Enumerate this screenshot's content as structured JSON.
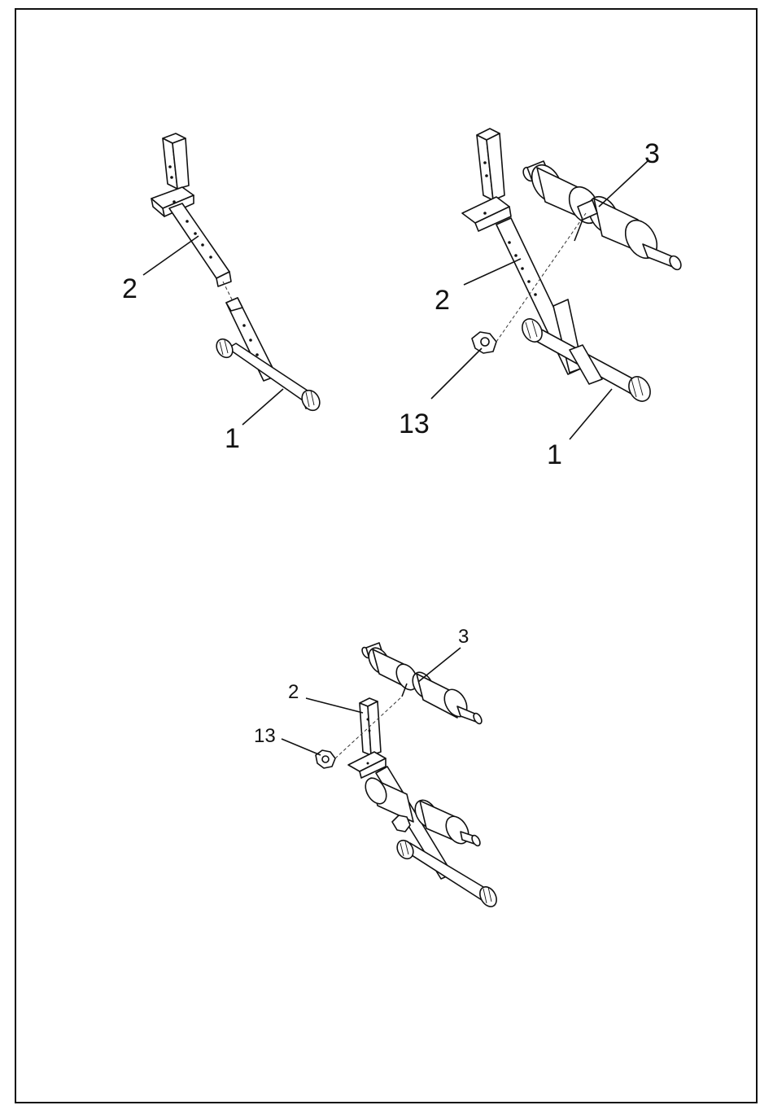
{
  "diagram": {
    "step1": {
      "label_upright": "2",
      "label_base": "1"
    },
    "step2": {
      "label_roller": "3",
      "label_upright": "2",
      "label_knob": "13",
      "label_base": "1"
    },
    "step3": {
      "label_roller": "3",
      "label_upright": "2",
      "label_knob": "13"
    }
  }
}
